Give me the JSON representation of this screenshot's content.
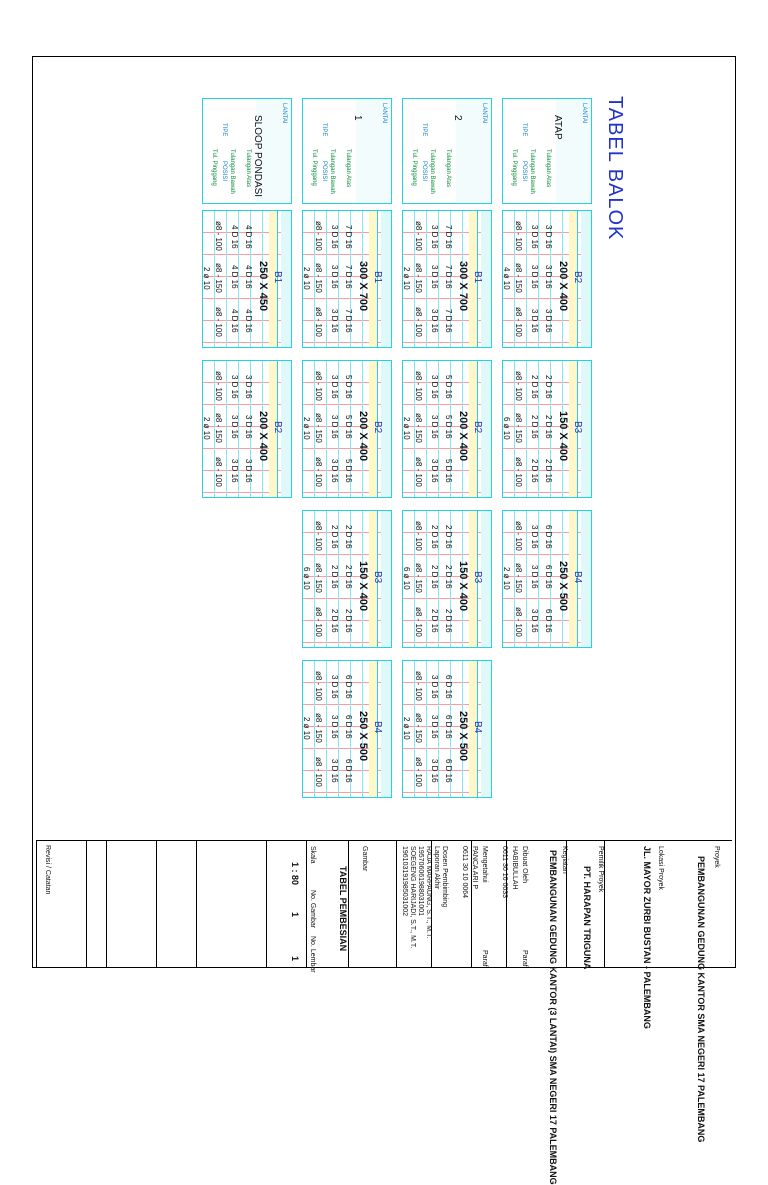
{
  "title": "TABEL BALOK",
  "floor_labels": [
    "ATAP",
    "2",
    "1",
    "SLOOP PONDASI"
  ],
  "header_labels": {
    "lantai": "LANTAI",
    "tipe": "TIPE",
    "posisi": "POSISI",
    "rows": [
      "Tulangan Atas",
      "Tulangan Bawah",
      "Tul. Pinggang"
    ]
  },
  "beams": [
    {
      "id": "ATAP-B2",
      "code": "B2",
      "dim": "200 X 400",
      "col": 0,
      "top": "3 D 16",
      "bot": "3 D 16",
      "stir": "ø8 - 100 | ø8 - 150 | ø8 - 100",
      "pinggang": "4 ø 10"
    },
    {
      "id": "ATAP-B3",
      "code": "B3",
      "dim": "150 X 400",
      "col": 1,
      "top": "2 D 16",
      "bot": "2 D 16",
      "stir": "ø8 - 100 | ø8 - 150 | ø8 - 100",
      "pinggang": "6 ø 10"
    },
    {
      "id": "ATAP-B4",
      "code": "B4",
      "dim": "250 X 500",
      "col": 2,
      "top": "6 D 16",
      "bot": "3 D 16",
      "stir": "ø8 - 100 | ø8 - 150 | ø8 - 100",
      "pinggang": "2 ø 10"
    },
    {
      "id": "L2-B1",
      "code": "B1",
      "dim": "300 X 700",
      "col": 0,
      "top": "7 D 16",
      "bot": "3 D 16",
      "stir": "ø8 - 100 | ø8 - 150 | ø8 - 100",
      "pinggang": "2 ø 10"
    },
    {
      "id": "L2-B2",
      "code": "B2",
      "dim": "200 X 400",
      "col": 1,
      "top": "5 D 16",
      "bot": "3 D 16",
      "stir": "ø8 - 100 | ø8 - 150 | ø8 - 100",
      "pinggang": "2 ø 10"
    },
    {
      "id": "L2-B3",
      "code": "B3",
      "dim": "150 X 400",
      "col": 2,
      "top": "2 D 16",
      "bot": "2 D 16",
      "stir": "ø8 - 100 | ø8 - 150 | ø8 - 100",
      "pinggang": "6 ø 10"
    },
    {
      "id": "L2-B4",
      "code": "B4",
      "dim": "250 X 500",
      "col": 3,
      "top": "6 D 16",
      "bot": "3 D 16",
      "stir": "ø8 - 100 | ø8 - 150 | ø8 - 100",
      "pinggang": "2 ø 10"
    },
    {
      "id": "L1-B1",
      "code": "B1",
      "dim": "300 X 700",
      "col": 0,
      "top": "7 D 16",
      "bot": "3 D 16",
      "stir": "ø8 - 100 | ø8 - 150 | ø8 - 100",
      "pinggang": "2 ø 10"
    },
    {
      "id": "L1-B2",
      "code": "B2",
      "dim": "200 X 400",
      "col": 1,
      "top": "5 D 16",
      "bot": "3 D 16",
      "stir": "ø8 - 100 | ø8 - 150 | ø8 - 100",
      "pinggang": "2 ø 10"
    },
    {
      "id": "L1-B3",
      "code": "B3",
      "dim": "150 X 400",
      "col": 2,
      "top": "2 D 16",
      "bot": "2 D 16",
      "stir": "ø8 - 100 | ø8 - 150 | ø8 - 100",
      "pinggang": "6 ø 10"
    },
    {
      "id": "L1-B4",
      "code": "B4",
      "dim": "250 X 500",
      "col": 3,
      "top": "6 D 16",
      "bot": "3 D 16",
      "stir": "ø8 - 100 | ø8 - 150 | ø8 - 100",
      "pinggang": "2 ø 10"
    },
    {
      "id": "SP-B1",
      "code": "B1",
      "dim": "250 X 450",
      "col": 0,
      "top": "4 D 16",
      "bot": "4 D 16",
      "stir": "ø8 - 100 | ø8 - 150 | ø8 - 100",
      "pinggang": "2 ø 10"
    },
    {
      "id": "SP-B2",
      "code": "B2",
      "dim": "200 X 400",
      "col": 1,
      "top": "3 D 16",
      "bot": "3 D 16",
      "stir": "ø8 - 100 | ø8 - 150 | ø8 - 100",
      "pinggang": "2 ø 10"
    }
  ],
  "title_block": {
    "revisi_label": "Revisi / Catatan",
    "proyek_label": "Proyek",
    "proyek": "PEMBANGUNAN GEDUNG KANTOR SMA NEGERI 17 PALEMBANG",
    "lokasi_label": "Lokasi Proyek",
    "lokasi": "JL. MAYOR ZURBI BUSTAN - PALEMBANG",
    "pemilik_label": "Pemilik Proyek",
    "pemilik": "PT. HARAPAN TRIGUNA",
    "kegiatan_label": "Kegiatan",
    "kegiatan": "PEMBANGUNAN GEDUNG KANTOR (3 LANTAI) SMA NEGERI 17 PALEMBANG",
    "dibuat_label": "Dibuat Oleh",
    "dibuat": "HABIBULLAH",
    "dibuat_nim": "0611 30 10 0033",
    "paraf_label": "Paraf",
    "mengetahui_label": "Mengetahui",
    "mengetahui": "PANCA ARI P",
    "mengetahui_nim": "0611 30 10 0064",
    "dosen_label": "Dosen Pembimbing",
    "laporan_label": "Laporan Akhir",
    "dosen1": "RAJA MARPAUNG, S.T., M.T.",
    "dosen1_nip": "195706061988031001",
    "dosen2": "SOEGENG HARIJADI, S.T., M.T.",
    "dosen2_nip": "196103191985031002",
    "gambar_label": "Gambar",
    "gambar": "TABEL PEMBESIAN",
    "skala_label": "Skala",
    "skala": "1 : 80",
    "no_gambar_label": "No. Gambar",
    "no_gambar": "1",
    "no_lembar_label": "No. Lembar",
    "no_lembar": "1"
  }
}
